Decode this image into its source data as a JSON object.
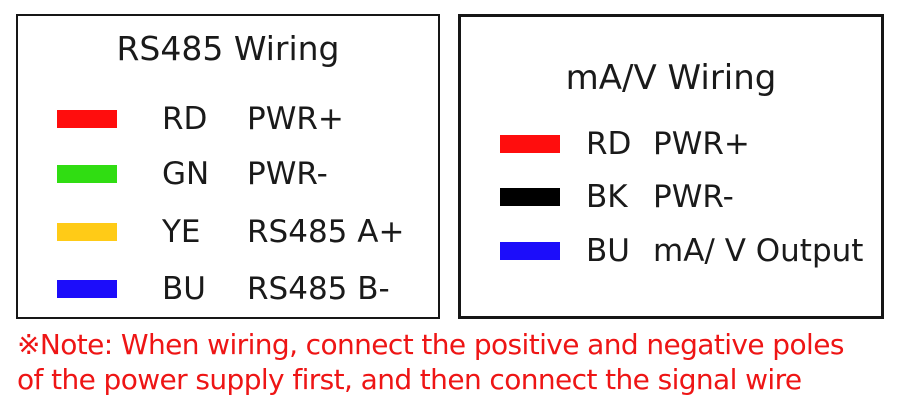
{
  "panels": [
    {
      "title": "RS485 Wiring",
      "rows": [
        {
          "color_name": "red",
          "color": "#ff0d0d",
          "code": "RD",
          "label": "PWR+"
        },
        {
          "color_name": "green",
          "color": "#30dd12",
          "code": "GN",
          "label": "PWR-"
        },
        {
          "color_name": "yellow",
          "color": "#ffcb17",
          "code": "YE",
          "label": "RS485 A+"
        },
        {
          "color_name": "blue",
          "color": "#1c0dfa",
          "code": "BU",
          "label": "RS485 B-"
        }
      ]
    },
    {
      "title": "mA/V Wiring",
      "rows": [
        {
          "color_name": "red",
          "color": "#ff0d0d",
          "code": "RD",
          "label": "PWR+"
        },
        {
          "color_name": "black",
          "color": "#000000",
          "code": "BK",
          "label": "PWR-"
        },
        {
          "color_name": "blue",
          "color": "#1c0dfa",
          "code": "BU",
          "label": "mA/ V Output"
        }
      ]
    }
  ],
  "note": {
    "line1": "※Note: When wiring, connect the positive and negative poles",
    "line2": "of the power supply first, and then connect the signal wire",
    "color": "#ee1515"
  },
  "styles": {
    "border_color": "#161616",
    "background": "#ffffff"
  }
}
